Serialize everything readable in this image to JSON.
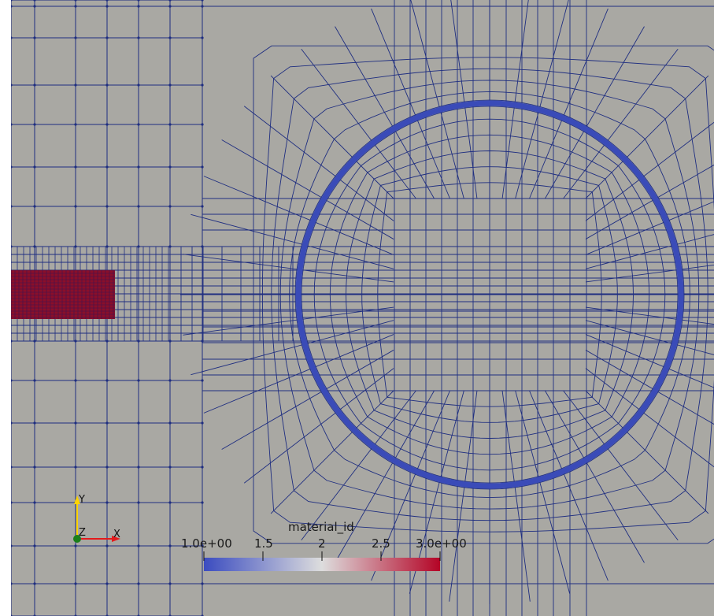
{
  "colorbar": {
    "title": "material_id",
    "ticks": [
      "1.0e+00",
      "1.5",
      "2",
      "2.5",
      "3.0e+00"
    ],
    "tick_values": [
      1.0,
      1.5,
      2.0,
      2.5,
      3.0
    ],
    "range": [
      1.0,
      3.0
    ],
    "colormap": [
      "#3b4cc0",
      "#dddddd",
      "#b40426"
    ]
  },
  "orientation_axes": {
    "x_label": "X",
    "y_label": "Y",
    "z_label": "Z",
    "x_color": "#e41a1c",
    "y_color": "#ffd400",
    "z_color": "#1a7f1a"
  },
  "scene": {
    "background_color": "#a9a8a3",
    "mesh_line_color": "#1f2e80",
    "ring_color": "#3a4bb8",
    "block_color": "#8a0f2a"
  }
}
